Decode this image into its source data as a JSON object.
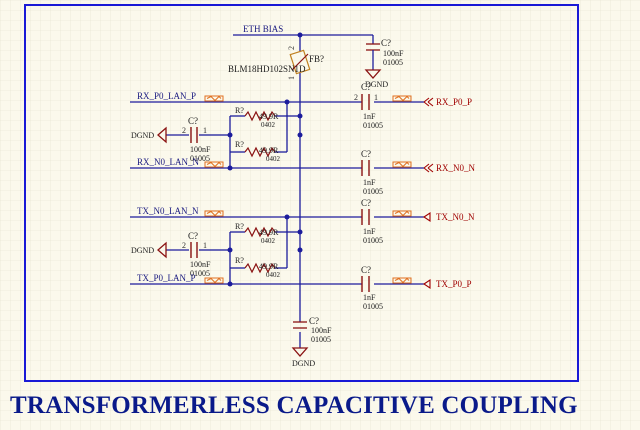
{
  "title": "TRANSFORMERLESS CAPACITIVE COUPLING",
  "colors": {
    "background": "#fbf9ec",
    "frame": "#1a1ad6",
    "wire": "#1c1c9c",
    "component": "#8a1212",
    "label_text": "#202020",
    "net_text": "#1a1a80",
    "port_text": "#a00000",
    "ferrite": "#c08020",
    "grid": "#e4e2cf",
    "title": "#0a1a8a"
  },
  "nets": {
    "eth_bias": "ETH BIAS",
    "rx_p0_lan_p": "RX_P0_LAN_P",
    "rx_n0_lan_n": "RX_N0_LAN_N",
    "tx_n0_lan_n": "TX_N0_LAN_N",
    "tx_p0_lan_p": "TX_P0_LAN_P",
    "dgnd": "DGND"
  },
  "ports": {
    "rx_p0_p": "RX_P0_P",
    "rx_n0_n": "RX_N0_N",
    "tx_n0_n": "TX_N0_N",
    "tx_p0_p": "TX_P0_P"
  },
  "components": {
    "ferrite": {
      "designator": "FB?",
      "part": "BLM18HD102SN1D",
      "pin_top": "2",
      "pin_bottom": "1"
    },
    "c_bias_top": {
      "designator": "C?",
      "value": "100nF",
      "package": "01005"
    },
    "c_bias_bottom": {
      "designator": "C?",
      "value": "100nF",
      "package": "01005"
    },
    "rx_p_cap": {
      "designator": "C?",
      "value": "1nF",
      "package": "01005",
      "pin_left": "2",
      "pin_right": "1"
    },
    "rx_n_cap": {
      "designator": "C?",
      "value": "1nF",
      "package": "01005"
    },
    "tx_n_cap": {
      "designator": "C?",
      "value": "1nF",
      "package": "01005"
    },
    "tx_p_cap": {
      "designator": "C?",
      "value": "1nF",
      "package": "01005"
    },
    "rx_filter_cap": {
      "designator": "C?",
      "value": "100nF",
      "package": "01005",
      "pin_left": "2",
      "pin_right": "1"
    },
    "tx_filter_cap": {
      "designator": "C?",
      "value": "100nF",
      "package": "01005",
      "pin_left": "2",
      "pin_right": "1"
    },
    "rx_r1": {
      "designator": "R?",
      "value": "49.9R",
      "package": "0402"
    },
    "rx_r2": {
      "designator": "R?",
      "value": "49.9R",
      "package": "0402"
    },
    "tx_r1": {
      "designator": "R?",
      "value": "49.9R",
      "package": "0402"
    },
    "tx_r2": {
      "designator": "R?",
      "value": "49.9R",
      "package": "0402"
    }
  }
}
